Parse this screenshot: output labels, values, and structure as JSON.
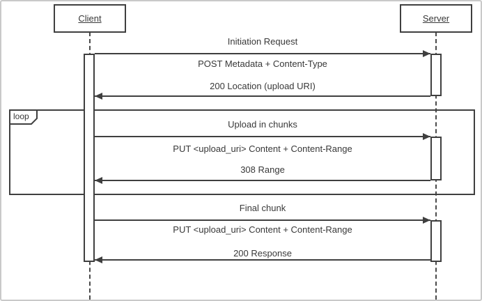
{
  "diagram_type": "uml-sequence",
  "actors": {
    "client": "Client",
    "server": "Server"
  },
  "loop": {
    "operator": "loop"
  },
  "phases": [
    {
      "title": "Initiation Request",
      "request": "POST Metadata + Content-Type",
      "request_direction": "client-to-server",
      "response": "200 Location (upload URI)",
      "response_direction": "server-to-client"
    },
    {
      "title": "Upload in chunks",
      "fragment": "loop",
      "request": "PUT <upload_uri> Content + Content-Range",
      "request_direction": "client-to-server",
      "response": "308 Range",
      "response_direction": "server-to-client"
    },
    {
      "title": "Final chunk",
      "request": "PUT <upload_uri> Content + Content-Range",
      "request_direction": "client-to-server",
      "response": "200 Response",
      "response_direction": "server-to-client"
    }
  ],
  "colors": {
    "line": "#3f3f3f",
    "text": "#383838",
    "frame_border": "#c9c9c9",
    "background": "#ffffff"
  }
}
